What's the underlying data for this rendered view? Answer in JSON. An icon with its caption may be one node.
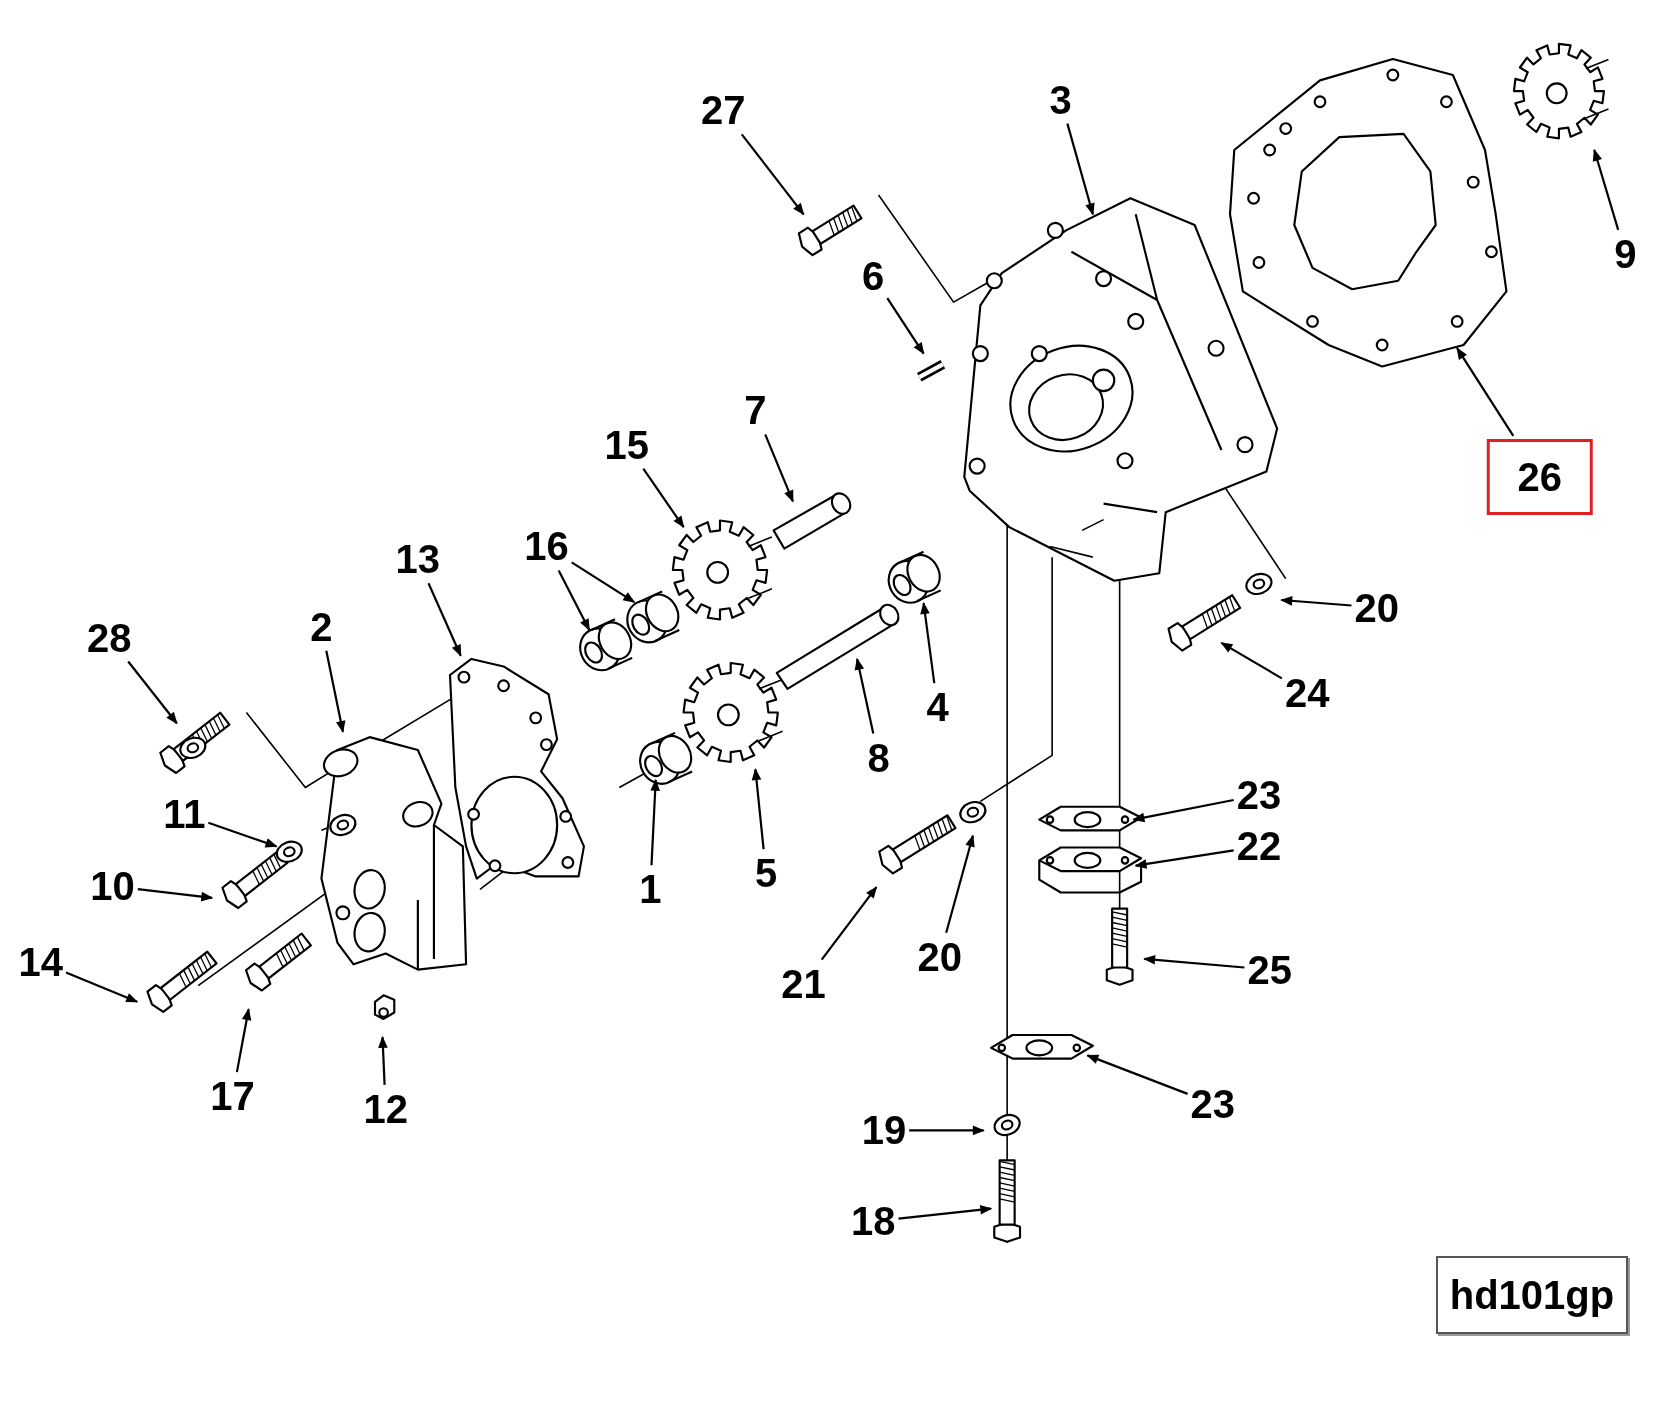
{
  "diagram": {
    "nodes": [
      {
        "text": [
          "27"
        ]
      },
      {
        "text": [
          "3"
        ]
      },
      {
        "text": [
          "6"
        ]
      },
      {
        "text": [
          "9"
        ]
      },
      {
        "text": [
          "26"
        ]
      },
      {
        "text": [
          "7"
        ]
      },
      {
        "text": [
          "15"
        ]
      },
      {
        "text": [
          "16"
        ]
      },
      {
        "text": [
          "13"
        ]
      },
      {
        "text": [
          "28"
        ]
      },
      {
        "text": [
          "2"
        ]
      },
      {
        "text": [
          "4"
        ]
      },
      {
        "text": [
          "8"
        ]
      },
      {
        "text": [
          "20"
        ]
      },
      {
        "text": [
          "24"
        ]
      },
      {
        "text": [
          "11"
        ]
      },
      {
        "text": [
          "10"
        ]
      },
      {
        "text": [
          "1"
        ]
      },
      {
        "text": [
          "5"
        ]
      },
      {
        "text": [
          "23"
        ]
      },
      {
        "text": [
          "22"
        ]
      },
      {
        "text": [
          "14"
        ]
      },
      {
        "text": [
          "17"
        ]
      },
      {
        "text": [
          "12"
        ]
      },
      {
        "text": [
          "21"
        ]
      },
      {
        "text": [
          "20"
        ]
      },
      {
        "text": [
          "25"
        ]
      },
      {
        "text": [
          "23"
        ]
      },
      {
        "text": [
          "19"
        ]
      },
      {
        "text": [
          "18"
        ]
      }
    ],
    "edges": [
      {
        "from": 0,
        "to": null,
        "arrow": "to"
      },
      {
        "from": 1,
        "to": null,
        "arrow": "to"
      },
      {
        "from": 2,
        "to": null,
        "arrow": "to"
      },
      {
        "from": 3,
        "to": null,
        "arrow": "to"
      },
      {
        "from": 4,
        "to": null,
        "arrow": "to"
      },
      {
        "from": 5,
        "to": null,
        "arrow": "to"
      },
      {
        "from": 6,
        "to": null,
        "arrow": "to"
      },
      {
        "from": 7,
        "to": null,
        "arrow": "to"
      },
      {
        "from": 7,
        "to": null,
        "arrow": "to"
      },
      {
        "from": 8,
        "to": null,
        "arrow": "to"
      },
      {
        "from": 9,
        "to": null,
        "arrow": "to"
      },
      {
        "from": 10,
        "to": null,
        "arrow": "to"
      },
      {
        "from": 11,
        "to": null,
        "arrow": "to"
      },
      {
        "from": 12,
        "to": null,
        "arrow": "to"
      },
      {
        "from": 13,
        "to": null,
        "arrow": "to"
      },
      {
        "from": 14,
        "to": null,
        "arrow": "to"
      },
      {
        "from": 15,
        "to": null,
        "arrow": "to"
      },
      {
        "from": 16,
        "to": null,
        "arrow": "to"
      },
      {
        "from": 17,
        "to": null,
        "arrow": "to"
      },
      {
        "from": 18,
        "to": null,
        "arrow": "to"
      },
      {
        "from": 19,
        "to": null,
        "arrow": "to"
      },
      {
        "from": 20,
        "to": null,
        "arrow": "to"
      },
      {
        "from": 21,
        "to": null,
        "arrow": "to"
      },
      {
        "from": 22,
        "to": null,
        "arrow": "to"
      },
      {
        "from": 23,
        "to": null,
        "arrow": "to"
      },
      {
        "from": 24,
        "to": null,
        "arrow": "to"
      },
      {
        "from": 25,
        "to": null,
        "arrow": "to"
      },
      {
        "from": 26,
        "to": null,
        "arrow": "to"
      },
      {
        "from": 27,
        "to": null,
        "arrow": "to"
      },
      {
        "from": 28,
        "to": null,
        "arrow": "to"
      },
      {
        "from": 29,
        "to": null,
        "arrow": "to"
      }
    ],
    "labels": [
      "hd101gp"
    ]
  }
}
